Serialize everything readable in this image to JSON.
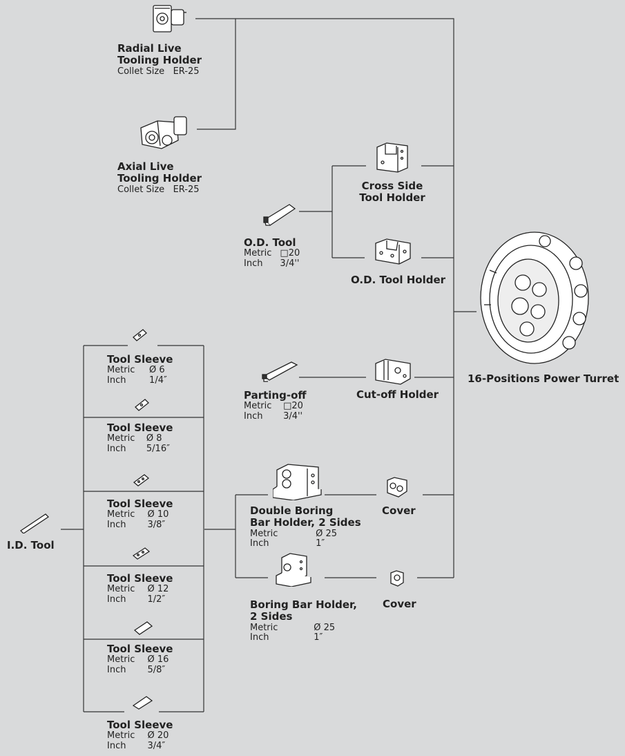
{
  "radial": {
    "title1": "Radial Live",
    "title2": "Tooling Holder",
    "collet": "Collet Size   ER-25"
  },
  "axial": {
    "title1": "Axial Live",
    "title2": "Tooling Holder",
    "collet": "Collet Size   ER-25"
  },
  "cross_side": {
    "title1": "Cross Side",
    "title2": "Tool Holder"
  },
  "od_tool": {
    "title": "O.D. Tool",
    "metric_label": "Metric",
    "metric_value": "□20",
    "inch_label": "Inch",
    "inch_value": "3/4''"
  },
  "od_holder": {
    "title": "O.D. Tool Holder"
  },
  "turret": {
    "title": "16-Positions Power Turret"
  },
  "parting": {
    "title": "Parting-off",
    "metric_label": "Metric",
    "metric_value": "□20",
    "inch_label": "Inch",
    "inch_value": "3/4''"
  },
  "cutoff": {
    "title": "Cut-off Holder"
  },
  "double_boring": {
    "title1": "Double Boring",
    "title2": "Bar Holder, 2 Sides",
    "metric_label": "Metric",
    "metric_value": "Ø 25",
    "inch_label": "Inch",
    "inch_value": "1″"
  },
  "cover1": {
    "title": "Cover"
  },
  "boring": {
    "title1": "Boring Bar Holder,",
    "title2": "2 Sides",
    "metric_label": "Metric",
    "metric_value": "Ø 25",
    "inch_label": "Inch",
    "inch_value": "1″"
  },
  "cover2": {
    "title": "Cover"
  },
  "id_tool": {
    "title": "I.D. Tool"
  },
  "sleeves": [
    {
      "title": "Tool Sleeve",
      "metric_label": "Metric",
      "metric_value": "Ø 6",
      "inch_label": "Inch",
      "inch_value": "1/4″"
    },
    {
      "title": "Tool Sleeve",
      "metric_label": "Metric",
      "metric_value": "Ø 8",
      "inch_label": "Inch",
      "inch_value": "5/16″"
    },
    {
      "title": "Tool Sleeve",
      "metric_label": "Metric",
      "metric_value": "Ø 10",
      "inch_label": "Inch",
      "inch_value": "3/8″"
    },
    {
      "title": "Tool Sleeve",
      "metric_label": "Metric",
      "metric_value": "Ø 12",
      "inch_label": "Inch",
      "inch_value": "1/2″"
    },
    {
      "title": "Tool Sleeve",
      "metric_label": "Metric",
      "metric_value": "Ø 16",
      "inch_label": "Inch",
      "inch_value": "5/8″"
    },
    {
      "title": "Tool Sleeve",
      "metric_label": "Metric",
      "metric_value": "Ø 20",
      "inch_label": "Inch",
      "inch_value": "3/4″"
    }
  ]
}
